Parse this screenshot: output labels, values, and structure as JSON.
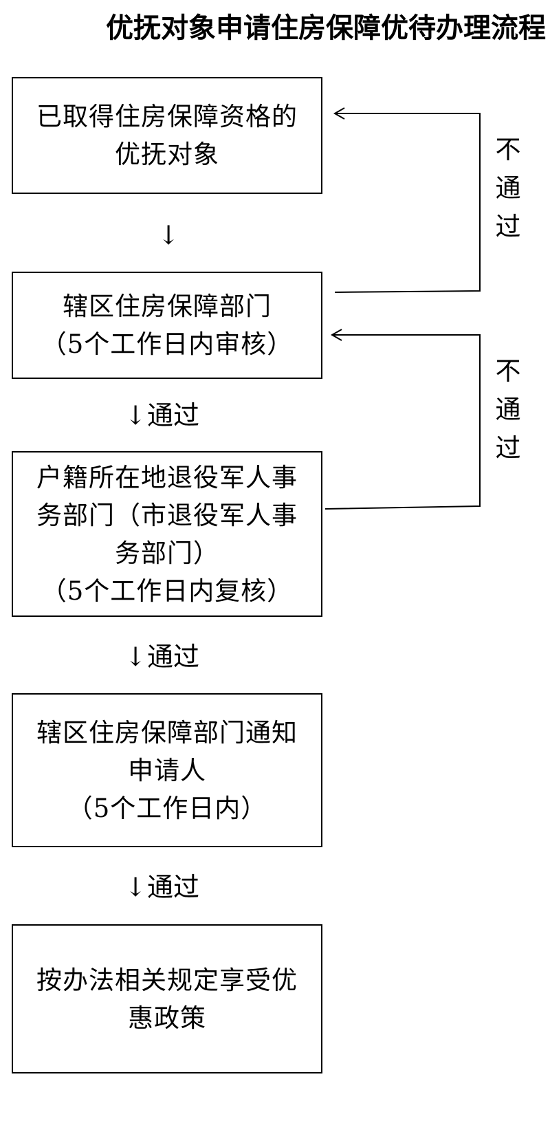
{
  "title": "优抚对象申请住房保障优待办理流程",
  "steps": [
    {
      "lines": [
        "已取得住房保障资格的",
        "优抚对象"
      ]
    },
    {
      "lines": [
        "辖区住房保障部门",
        "（5个工作日内审核）"
      ]
    },
    {
      "lines": [
        "户籍所在地退役军人事",
        "务部门（市退役军人事",
        "务部门）",
        "（5个工作日内复核）"
      ]
    },
    {
      "lines": [
        "辖区住房保障部门通知",
        "申请人",
        "（5个工作日内）"
      ]
    },
    {
      "lines": [
        "按办法相关规定享受优",
        "惠政策"
      ]
    }
  ],
  "arrows": {
    "symbol": "↓",
    "pass_label": "通过"
  },
  "feedback": {
    "fail_label_chars": [
      "不",
      "通",
      "过"
    ]
  }
}
